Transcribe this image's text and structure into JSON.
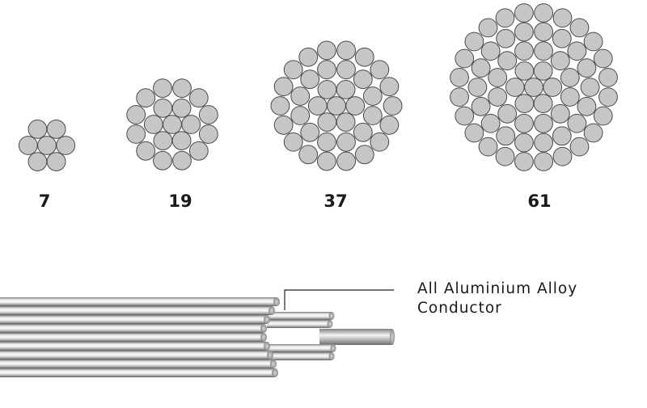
{
  "strand_configurations": [
    {
      "count_label": "7",
      "layers": [
        1,
        6
      ]
    },
    {
      "count_label": "19",
      "layers": [
        1,
        6,
        12
      ]
    },
    {
      "count_label": "37",
      "layers": [
        1,
        6,
        12,
        18
      ]
    },
    {
      "count_label": "61",
      "layers": [
        1,
        6,
        12,
        18,
        24
      ]
    }
  ],
  "callout": {
    "line1": "All Aluminium Alloy",
    "line2": "Conductor"
  },
  "colors": {
    "strand_fill": "#c6c6c6",
    "strand_stroke": "#4a4a4a",
    "cable_light": "#f1f1f1",
    "cable_mid": "#b9b9b9",
    "cable_dark": "#6b6b6b",
    "leader_line": "#222222"
  }
}
